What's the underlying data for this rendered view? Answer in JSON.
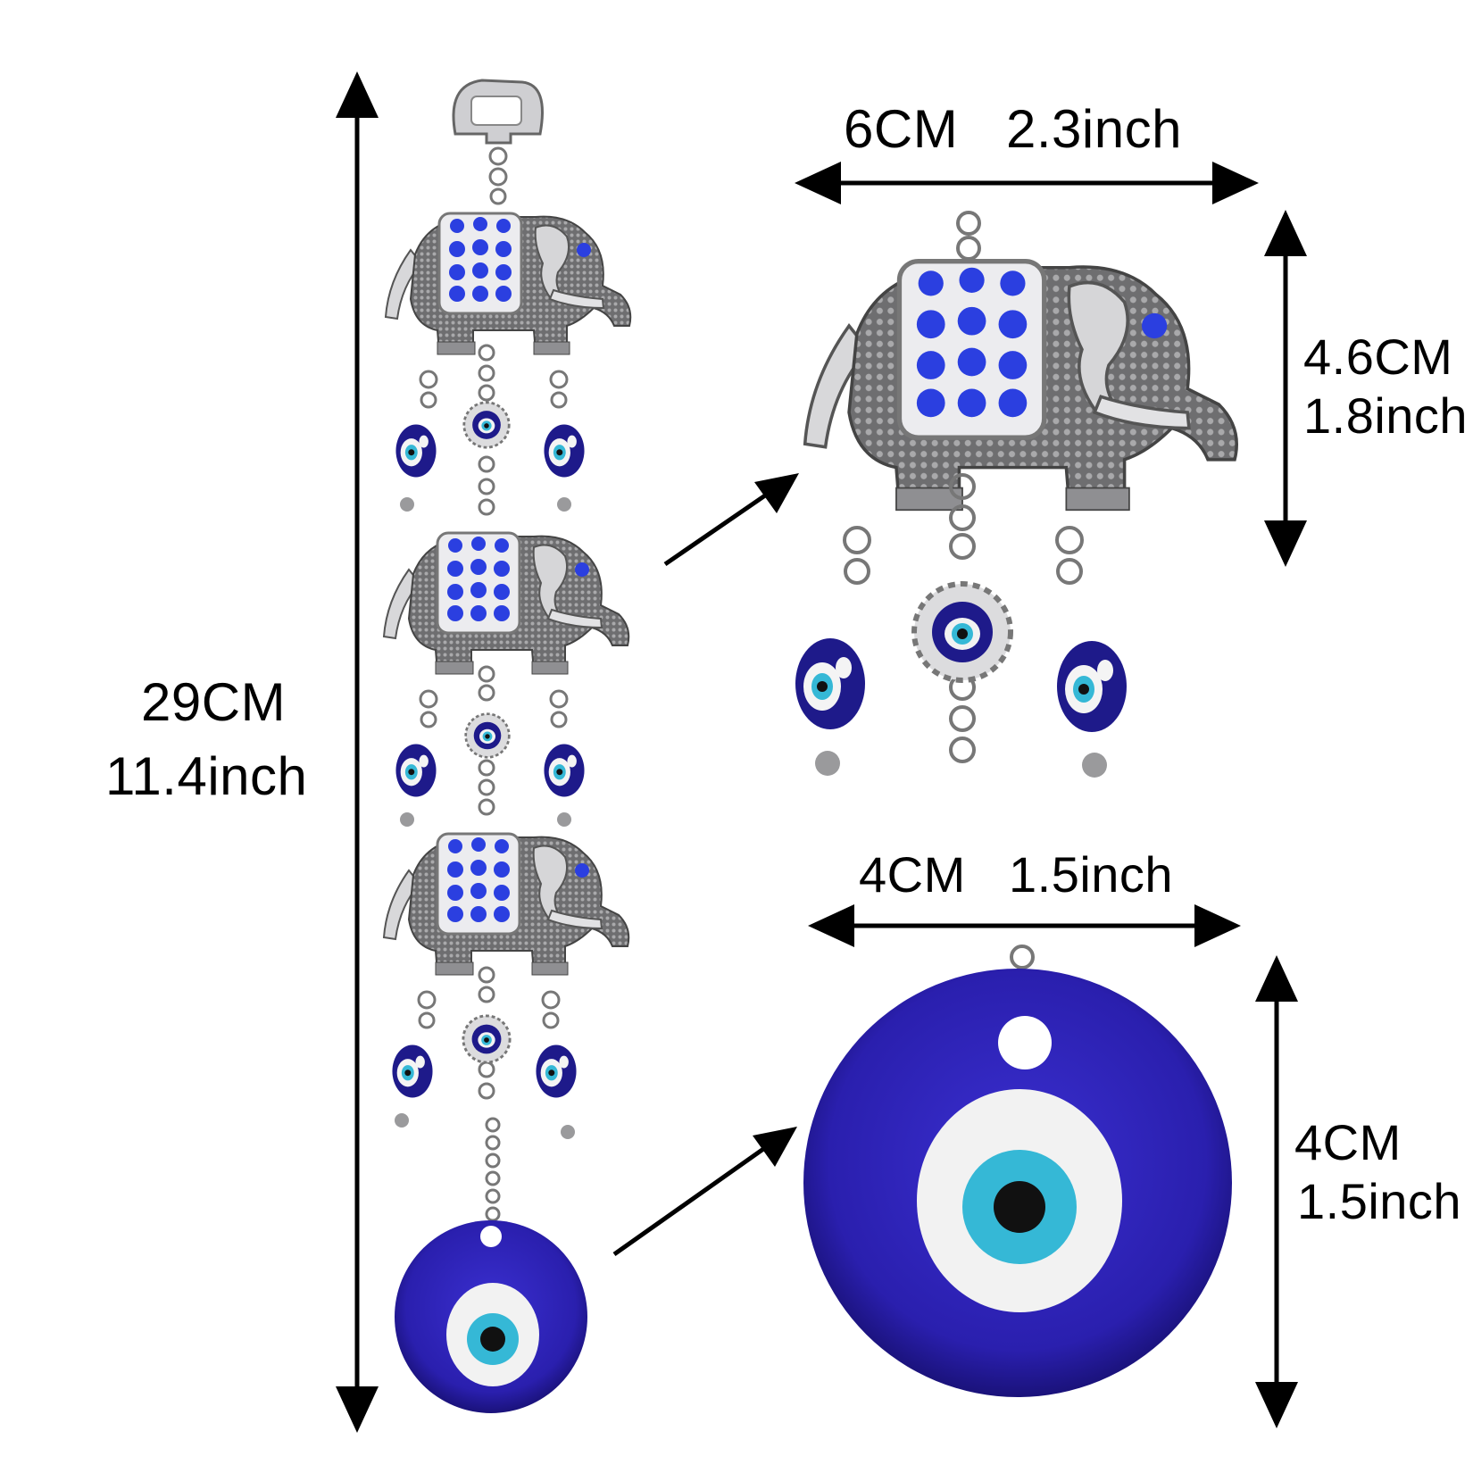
{
  "total_length": {
    "cm": "29CM",
    "inch": "11.4inch"
  },
  "elephant_width": {
    "cm": "6CM",
    "inch": "2.3inch"
  },
  "elephant_height": {
    "cm": "4.6CM",
    "inch": "1.8inch"
  },
  "eye_width": {
    "cm": "4CM",
    "inch": "1.5inch"
  },
  "eye_height": {
    "cm": "4CM",
    "inch": "1.5inch"
  },
  "colors": {
    "glass_blue": "#2a1fae",
    "rhinestone": "#2b3fe0",
    "silver": "#8a8a8c",
    "iris": "#35b8d6",
    "eye_white": "#f2f2f2",
    "arrow": "#000000"
  }
}
